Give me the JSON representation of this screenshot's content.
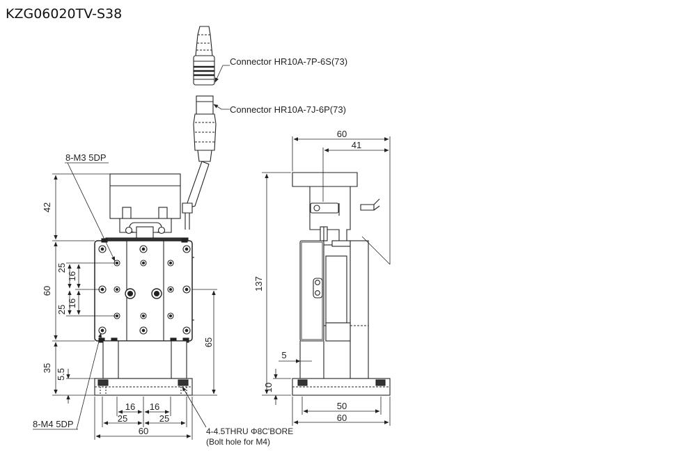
{
  "title": "KZG06020TV-S38",
  "callouts": {
    "connector_top": "Connector HR10A-7P-6S(73)",
    "connector_bottom": "Connector HR10A-7J-6P(73)",
    "top_tap": "8-M3 5DP",
    "bottom_tap": "8-M4 5DP",
    "thru_hole": "4-4.5THRU Φ8C'BORE",
    "thru_hole_note": "(Bolt hole for M4)"
  },
  "front_view": {
    "dims": {
      "d42": "42",
      "d25_upper": "25",
      "d16_upper": "16",
      "d60": "60",
      "d16_lower": "16",
      "d25_lower": "25",
      "d35": "35",
      "d5_5": "5.5",
      "d65": "65",
      "d16_left": "16",
      "d16_right": "16",
      "d25_left": "25",
      "d25_right": "25",
      "d60_bottom": "60"
    }
  },
  "side_view": {
    "dims": {
      "d60_top": "60",
      "d41": "41",
      "d137": "137",
      "d5": "5",
      "d10": "10",
      "d50": "50",
      "d60_bottom": "60"
    }
  }
}
